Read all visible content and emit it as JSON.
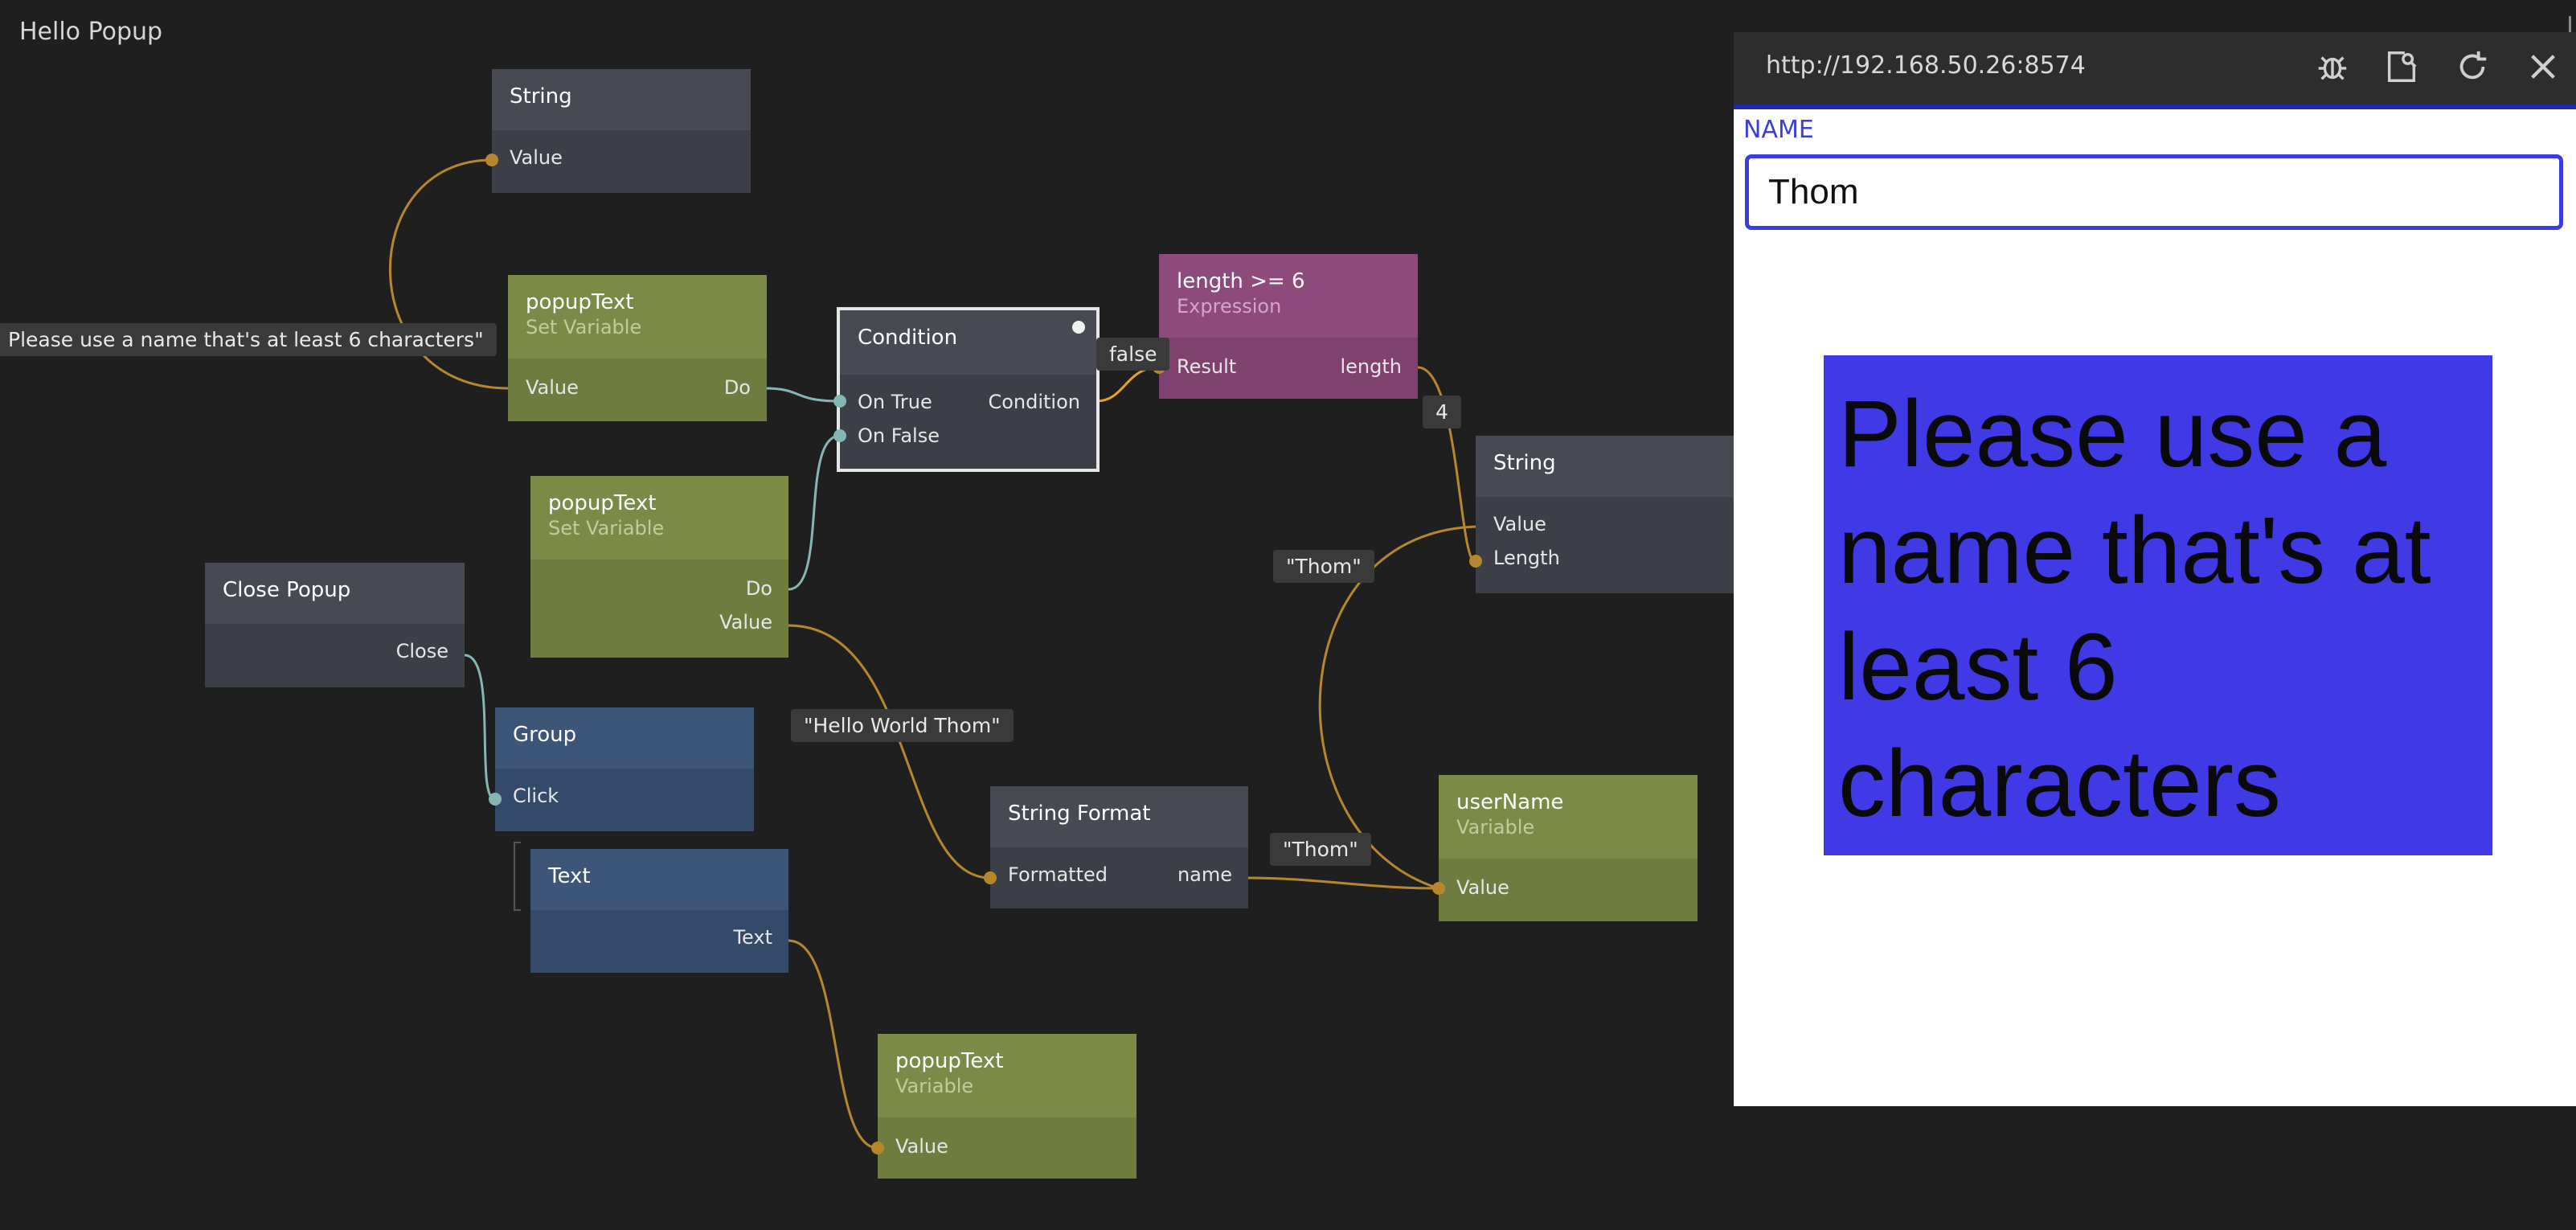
{
  "app": {
    "title": "Hello Popup"
  },
  "colors": {
    "canvas_bg": "#1f1f1f",
    "wire_value": "#b8872d",
    "wire_signal": "#86b6b3",
    "node_gray": "#474a53",
    "node_green": "#7c8a47",
    "node_pink": "#8e4a7d",
    "node_blue": "#3d5577",
    "preview_accent": "#3b3be0",
    "preview_box": "#3f3ae6"
  },
  "nodes": {
    "string_top": {
      "title": "String",
      "ports": {
        "value": "Value"
      }
    },
    "popup_set_1": {
      "title": "popupText",
      "subtitle": "Set Variable",
      "ports": {
        "value": "Value",
        "do": "Do"
      }
    },
    "condition": {
      "title": "Condition",
      "ports": {
        "on_true": "On True",
        "on_false": "On False",
        "condition": "Condition"
      }
    },
    "expression": {
      "title": "length >= 6",
      "subtitle": "Expression",
      "ports": {
        "result": "Result",
        "length": "length"
      }
    },
    "string_right": {
      "title": "String",
      "ports": {
        "value": "Value",
        "length": "Length"
      }
    },
    "popup_set_2": {
      "title": "popupText",
      "subtitle": "Set Variable",
      "ports": {
        "do": "Do",
        "value": "Value"
      }
    },
    "close_popup": {
      "title": "Close Popup",
      "ports": {
        "close": "Close"
      }
    },
    "group": {
      "title": "Group",
      "ports": {
        "click": "Click"
      }
    },
    "text": {
      "title": "Text",
      "ports": {
        "text": "Text"
      }
    },
    "string_format": {
      "title": "String Format",
      "ports": {
        "formatted": "Formatted",
        "name": "name"
      }
    },
    "username_var": {
      "title": "userName",
      "subtitle": "Variable",
      "ports": {
        "value": "Value"
      }
    },
    "popup_var": {
      "title": "popupText",
      "subtitle": "Variable",
      "ports": {
        "value": "Value"
      }
    }
  },
  "tooltips": {
    "please_text": "Please use a name that's at least 6 characters\"",
    "false_value": "false",
    "length_value": "4",
    "thom_upper": "\"Thom\"",
    "hello_world": "\"Hello World Thom\"",
    "thom_lower": "\"Thom\""
  },
  "preview": {
    "url": "http://192.168.50.26:8574",
    "toolbar_icons": [
      "bug-icon",
      "inspect-icon",
      "refresh-icon",
      "close-icon"
    ],
    "name_label": "NAME",
    "name_value": "Thom",
    "popup_lines": [
      "Please use a",
      "name that's at",
      "least 6",
      "characters"
    ]
  }
}
